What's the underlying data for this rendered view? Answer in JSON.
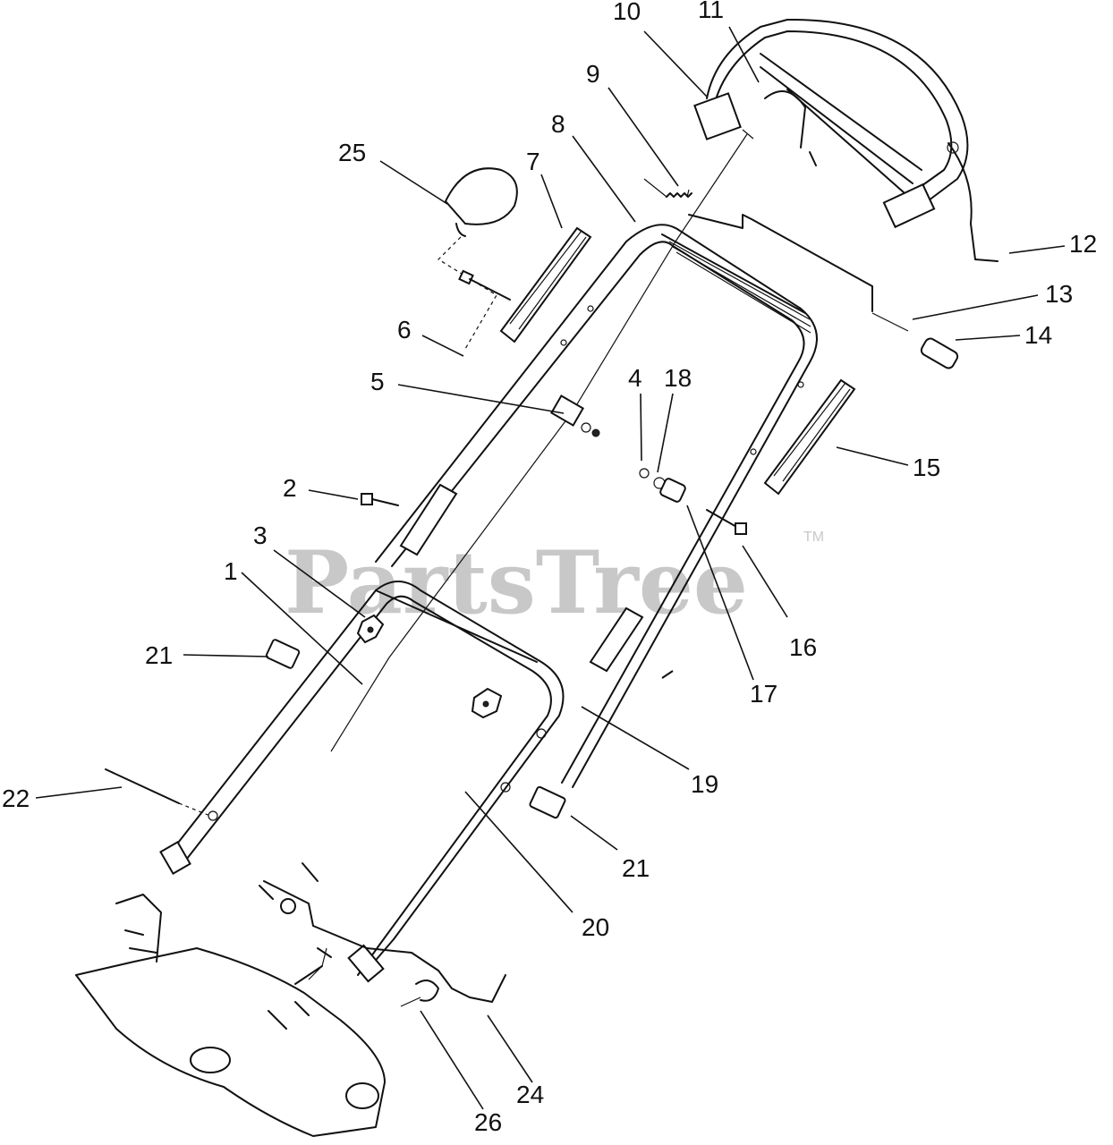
{
  "watermark": {
    "text": "PartsTree",
    "trademark": "TM"
  },
  "callouts": [
    {
      "id": "c10",
      "label": "10"
    },
    {
      "id": "c11",
      "label": "11"
    },
    {
      "id": "c9",
      "label": "9"
    },
    {
      "id": "c8",
      "label": "8"
    },
    {
      "id": "c25",
      "label": "25"
    },
    {
      "id": "c7",
      "label": "7"
    },
    {
      "id": "c12",
      "label": "12"
    },
    {
      "id": "c13",
      "label": "13"
    },
    {
      "id": "c14",
      "label": "14"
    },
    {
      "id": "c6",
      "label": "6"
    },
    {
      "id": "c5",
      "label": "5"
    },
    {
      "id": "c4",
      "label": "4"
    },
    {
      "id": "c18",
      "label": "18"
    },
    {
      "id": "c15",
      "label": "15"
    },
    {
      "id": "c2",
      "label": "2"
    },
    {
      "id": "c3",
      "label": "3"
    },
    {
      "id": "c1",
      "label": "1"
    },
    {
      "id": "c16",
      "label": "16"
    },
    {
      "id": "c21a",
      "label": "21"
    },
    {
      "id": "c17",
      "label": "17"
    },
    {
      "id": "c19",
      "label": "19"
    },
    {
      "id": "c22",
      "label": "22"
    },
    {
      "id": "c21b",
      "label": "21"
    },
    {
      "id": "c20",
      "label": "20"
    },
    {
      "id": "c24",
      "label": "24"
    },
    {
      "id": "c26",
      "label": "26"
    }
  ]
}
